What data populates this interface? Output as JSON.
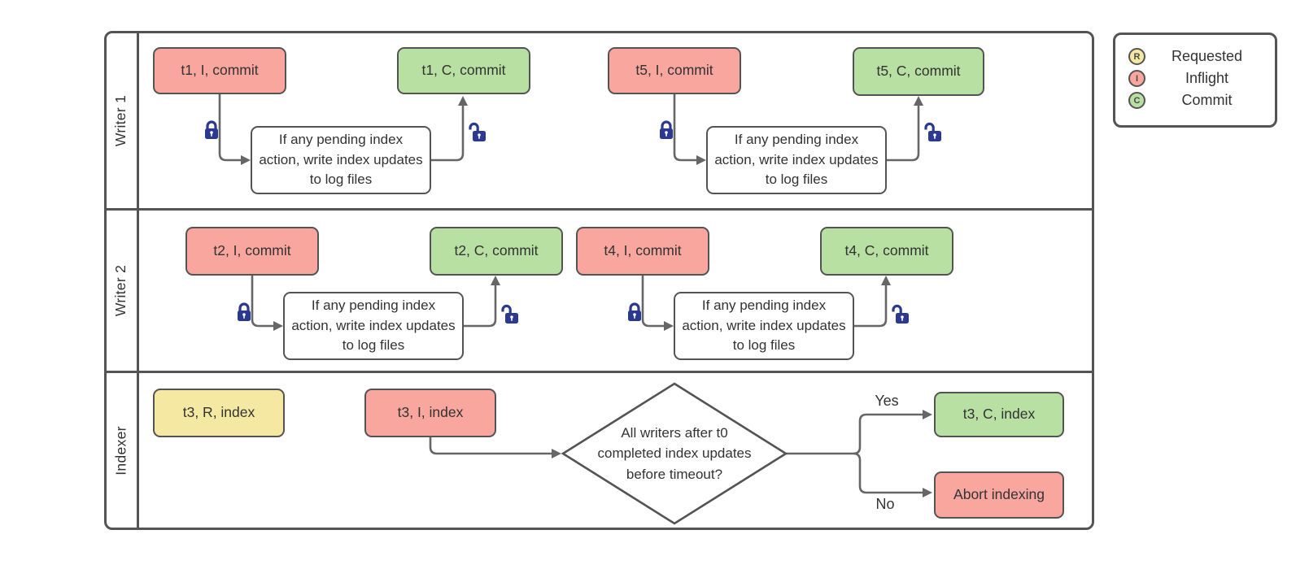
{
  "lanes": [
    {
      "label": "Writer 1"
    },
    {
      "label": "Writer 2"
    },
    {
      "label": "Indexer"
    }
  ],
  "writer_process_text": "If any pending index action, write index updates to log files",
  "writer1": {
    "t1_inflight": "t1, I, commit",
    "t1_commit": "t1, C, commit",
    "t5_inflight": "t5, I, commit",
    "t5_commit": "t5, C, commit"
  },
  "writer2": {
    "t2_inflight": "t2, I, commit",
    "t2_commit": "t2, C, commit",
    "t4_inflight": "t4, I, commit",
    "t4_commit": "t4, C, commit"
  },
  "indexer": {
    "requested": "t3, R, index",
    "inflight": "t3, I, index",
    "decision_lines": [
      "All writers after t0",
      "completed index updates",
      "before timeout?"
    ],
    "yes_label": "Yes",
    "no_label": "No",
    "commit": "t3, C, index",
    "abort": "Abort indexing"
  },
  "legend": {
    "items": [
      {
        "letter": "R",
        "label": "Requested"
      },
      {
        "letter": "I",
        "label": "Inflight"
      },
      {
        "letter": "C",
        "label": "Commit"
      }
    ]
  },
  "colors": {
    "requested_fill": "#f5e8a3",
    "inflight_fill": "#f9a69f",
    "commit_fill": "#b7e0a2",
    "shape_border": "#545454",
    "arrow": "#666666",
    "lock": "#2b3990"
  }
}
